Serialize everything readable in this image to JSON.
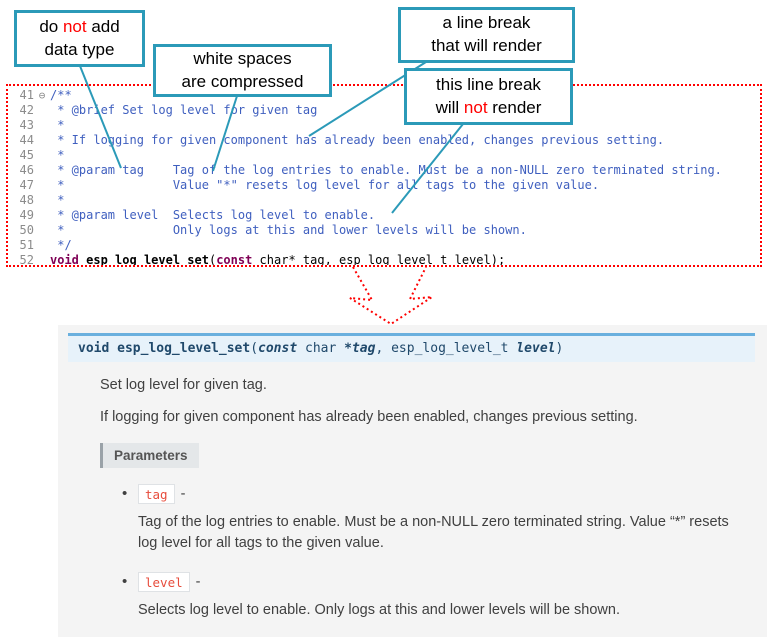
{
  "callouts": {
    "c1": {
      "l1_pre": "do ",
      "l1_red": "not",
      "l1_post": " add",
      "l2": "data type"
    },
    "c2": {
      "l1": "white spaces",
      "l2": "are compressed"
    },
    "c3": {
      "l1": "a line break",
      "l2": "that will render"
    },
    "c4": {
      "l1": "this line break",
      "l2_pre": "will ",
      "l2_red": "not",
      "l2_post": " render"
    }
  },
  "code": {
    "lines": [
      {
        "num": "41",
        "fold": "⊖",
        "segs": [
          {
            "t": "/**",
            "c": "cm"
          }
        ]
      },
      {
        "num": "42",
        "fold": "",
        "segs": [
          {
            "t": " * @brief Set log level for given tag",
            "c": "cm"
          }
        ]
      },
      {
        "num": "43",
        "fold": "",
        "segs": [
          {
            "t": " *",
            "c": "cm"
          }
        ]
      },
      {
        "num": "44",
        "fold": "",
        "segs": [
          {
            "t": " * If logging for given component has already been enabled, changes previous setting.",
            "c": "cm"
          }
        ]
      },
      {
        "num": "45",
        "fold": "",
        "segs": [
          {
            "t": " *",
            "c": "cm"
          }
        ]
      },
      {
        "num": "46",
        "fold": "",
        "segs": [
          {
            "t": " * @param tag    Tag of the log entries to enable. Must be a non-NULL zero terminated string.",
            "c": "cm"
          }
        ]
      },
      {
        "num": "47",
        "fold": "",
        "segs": [
          {
            "t": " *               Value \"*\" resets log level for all tags to the given value.",
            "c": "cm"
          }
        ]
      },
      {
        "num": "48",
        "fold": "",
        "segs": [
          {
            "t": " *",
            "c": "cm"
          }
        ]
      },
      {
        "num": "49",
        "fold": "",
        "segs": [
          {
            "t": " * @param level  Selects log level to enable.",
            "c": "cm"
          }
        ]
      },
      {
        "num": "50",
        "fold": "",
        "segs": [
          {
            "t": " *               Only logs at this and lower levels will be shown.",
            "c": "cm"
          }
        ]
      },
      {
        "num": "51",
        "fold": "",
        "segs": [
          {
            "t": " */",
            "c": "cm"
          }
        ]
      },
      {
        "num": "52",
        "fold": "",
        "segs": [
          {
            "t": "void",
            "c": "kw"
          },
          {
            "t": " ",
            "c": "pl"
          },
          {
            "t": "esp_log_level_set",
            "c": "fn"
          },
          {
            "t": "(",
            "c": "pl"
          },
          {
            "t": "const",
            "c": "kw"
          },
          {
            "t": " char* tag, esp_log_level_t level);",
            "c": "pl"
          }
        ]
      }
    ]
  },
  "doc": {
    "signature": {
      "kw_void": "void ",
      "name": "esp_log_level_set",
      "open": "(",
      "kw_const": "const",
      "type1": " char ",
      "arg1": "*tag",
      "comma": ", ",
      "type2": "esp_log_level_t ",
      "arg2": "level",
      "close": ")"
    },
    "p1": "Set log level for given tag.",
    "p2": "If logging for given component has already been enabled, changes previous setting.",
    "params_label": "Parameters",
    "bullet": "•",
    "params": [
      {
        "name": "tag",
        "dash": "-",
        "desc": "Tag of the log entries to enable. Must be a non-NULL zero terminated string. Value “*” resets log level for all tags to the given value."
      },
      {
        "name": "level",
        "dash": "-",
        "desc": "Selects log level to enable. Only logs at this and lower levels will be shown."
      }
    ]
  },
  "colors": {
    "callout_border": "#2b9ab8",
    "code_border": "#ff0000",
    "comment": "#3f5fbf",
    "keyword": "#7f0055",
    "sig_bg": "#e7f2fa",
    "sig_border": "#6ab0de",
    "literal_text": "#e74c3c"
  }
}
